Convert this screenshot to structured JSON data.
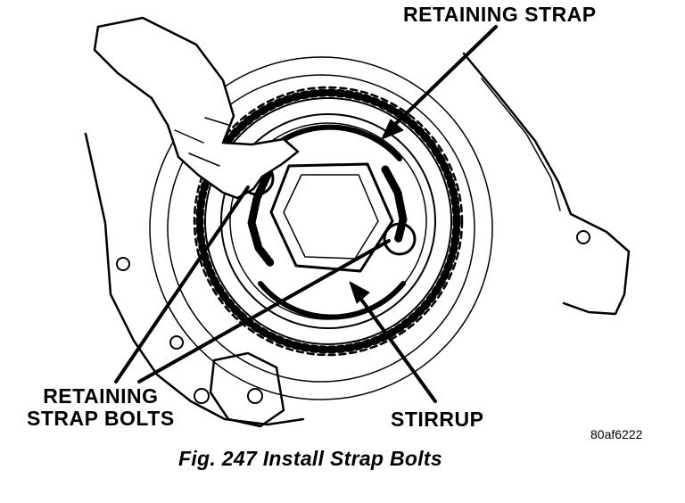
{
  "labels": {
    "retaining_strap": "RETAINING STRAP",
    "retaining_strap_bolts_line1": "RETAINING",
    "retaining_strap_bolts_line2": "STRAP BOLTS",
    "stirrup": "STIRRUP",
    "figure_code": "80af6222"
  },
  "caption": "Fig. 247 Install Strap Bolts"
}
